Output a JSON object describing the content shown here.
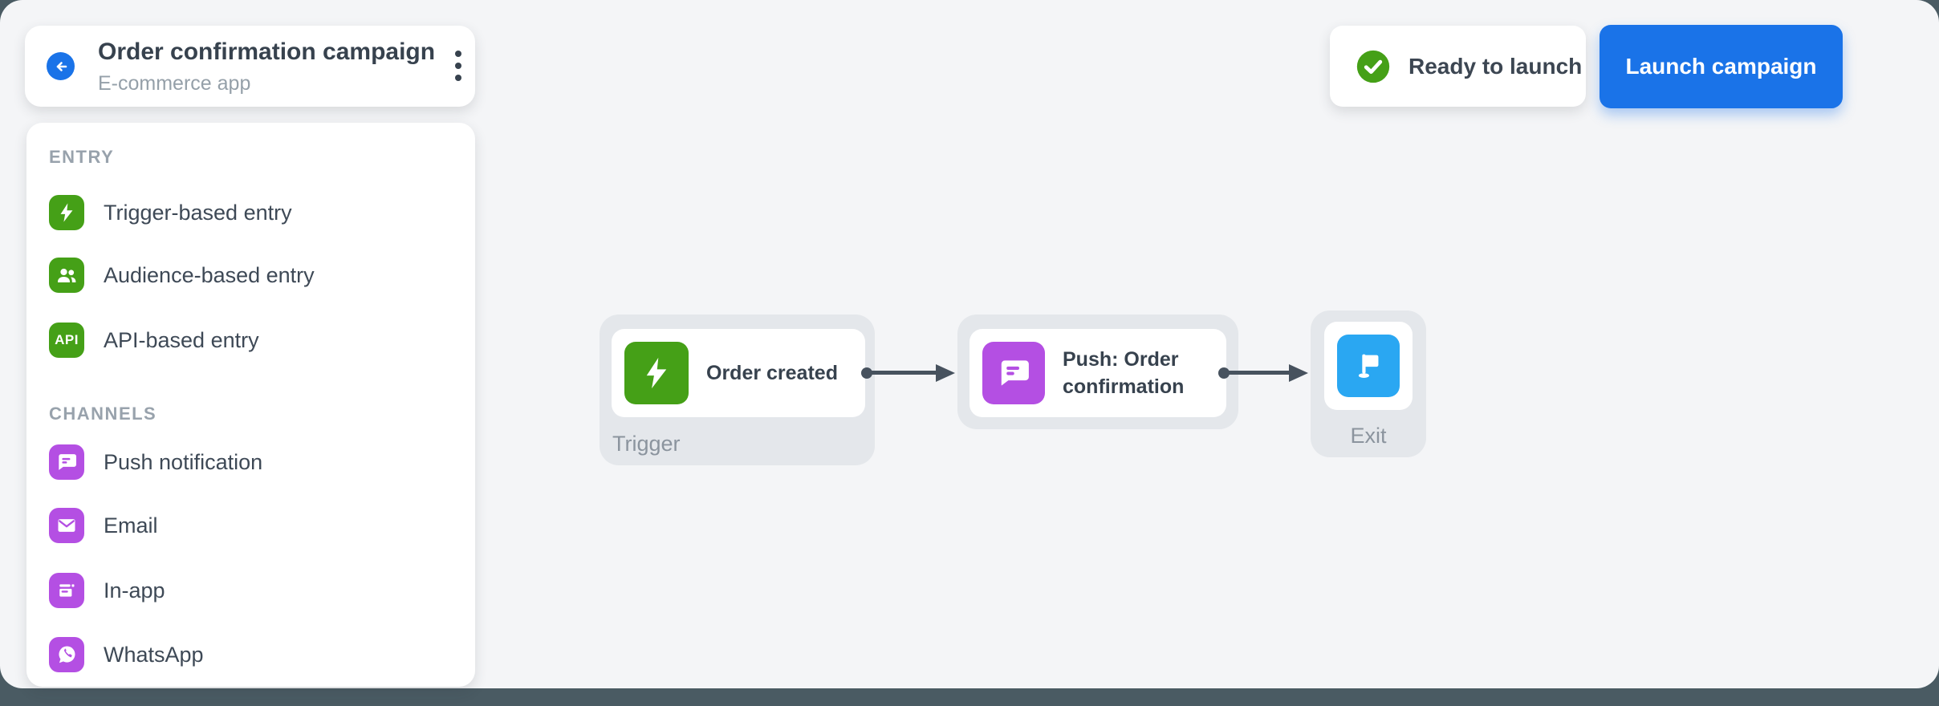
{
  "window": {
    "frame_color": "#4a5b63",
    "page_background": "#f4f5f7"
  },
  "header": {
    "title": "Order confirmation campaign",
    "subtitle": "E-commerce app",
    "back_icon": "arrow-left-icon",
    "menu_icon": "kebab-menu-icon"
  },
  "statusbar": {
    "status_label": "Ready to launch",
    "status_icon": "check-circle-icon",
    "status_color": "#45a017",
    "launch_label": "Launch campaign",
    "launch_color": "#1a73e8"
  },
  "sidebar": {
    "sections": [
      {
        "title": "ENTRY",
        "accent": "#45a017",
        "items": [
          {
            "label": "Trigger-based entry",
            "icon": "lightning-icon"
          },
          {
            "label": "Audience-based entry",
            "icon": "audience-icon"
          },
          {
            "label": "API-based entry",
            "icon": "api-icon",
            "icon_text": "API"
          }
        ]
      },
      {
        "title": "CHANNELS",
        "accent": "#b44fe3",
        "items": [
          {
            "label": "Push notification",
            "icon": "chat-bubble-icon"
          },
          {
            "label": "Email",
            "icon": "envelope-icon"
          },
          {
            "label": "In-app",
            "icon": "inapp-window-icon"
          },
          {
            "label": "WhatsApp",
            "icon": "whatsapp-icon"
          }
        ]
      }
    ]
  },
  "canvas": {
    "connector_color": "#47525e",
    "nodes": [
      {
        "title": "Order created",
        "sublabel": "Trigger",
        "icon": "lightning-icon",
        "icon_color": "#45a017"
      },
      {
        "title": "Push: Order confirmation",
        "icon": "chat-bubble-icon",
        "icon_color": "#b44fe3"
      },
      {
        "sublabel": "Exit",
        "icon": "flag-icon",
        "icon_color": "#2aa7f2"
      }
    ]
  }
}
